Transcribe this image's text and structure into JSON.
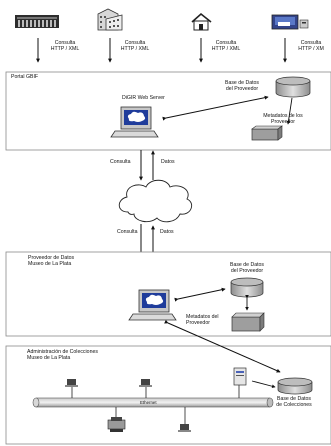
{
  "top": {
    "consulta_1": "Consulta",
    "http_1": "HTTP / XML",
    "consulta_2": "Consulta",
    "http_2": "HTTP / XML",
    "consulta_3": "Consulta",
    "http_3": "HTTP / XML",
    "consulta_4": "Consulta",
    "http_4": "HTTP / XM"
  },
  "gbif": {
    "title": "Portal GBIF",
    "server": "DiGIR Web Server",
    "db": "Base de Datos\ndel Proveedor",
    "metadata": "Metadatos de los\nProveedor"
  },
  "internet": {
    "consulta": "Consulta",
    "datos": "Datos"
  },
  "provider": {
    "title": "Proveedor de Datos\nMuseo de La Plata",
    "consulta": "Consulta",
    "datos": "Datos",
    "db": "Base de Datos\ndel Proveedor",
    "metadata": "Metadatos del\nProveedor"
  },
  "collections": {
    "title": "Administración de Colecciones\nMuseo de La Plata",
    "db": "Base de Datos\nde Colecciones",
    "bus": "Ethernet"
  }
}
